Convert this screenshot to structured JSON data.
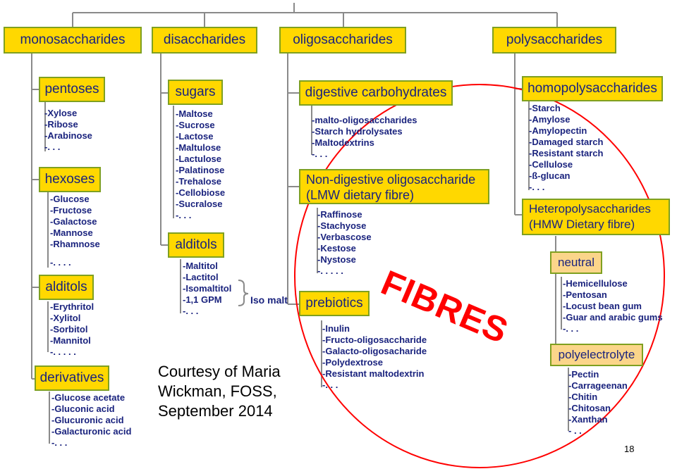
{
  "categories": [
    "monosaccharides",
    "disaccharides",
    "oligosaccharides",
    "polysaccharides"
  ],
  "mono": {
    "pentoses": {
      "title": "pentoses",
      "items": [
        "-Xylose",
        "-Ribose",
        "-Arabinose",
        "-. . ."
      ]
    },
    "hexoses": {
      "title": "hexoses",
      "items": [
        "-Glucose",
        "-Fructose",
        "-Galactose",
        "-Mannose",
        "-Rhamnose",
        "",
        "-. . . ."
      ]
    },
    "alditols": {
      "title": "alditols",
      "items": [
        "-Erythritol",
        "-Xylitol",
        "-Sorbitol",
        "-Mannitol",
        "-. . . . ."
      ]
    },
    "derivatives": {
      "title": "derivatives",
      "items": [
        "-Glucose acetate",
        "-Gluconic acid",
        "-Glucuronic acid",
        "-Galacturonic acid",
        "-. . ."
      ]
    }
  },
  "di": {
    "sugars": {
      "title": "sugars",
      "items": [
        "-Maltose",
        "-Sucrose",
        "-Lactose",
        "-Maltulose",
        "-Lactulose",
        "-Palatinose",
        "-Trehalose",
        "-Cellobiose",
        "-Sucralose",
        "-. . ."
      ]
    },
    "alditols": {
      "title": "alditols",
      "items": [
        "-Maltitol",
        "-Lactitol",
        "-Isomaltitol",
        "-1,1 GPM",
        "-. . ."
      ]
    },
    "iso_malt": "Iso malt"
  },
  "oligo": {
    "digestive": {
      "title": "digestive carbohydrates",
      "items": [
        "-malto-oligosaccharides",
        "-Starch hydrolysates",
        "-Maltodextrins",
        "-. . ."
      ]
    },
    "nondigestive": {
      "title_line1": "Non-digestive oligosaccharide",
      "title_line2": "(LMW dietary fibre)",
      "items": [
        "-Raffinose",
        "-Stachyose",
        "-Verbascose",
        "-Kestose",
        "-Nystose",
        "-. . . . ."
      ]
    },
    "prebiotics": {
      "title": "prebiotics",
      "items": [
        "-Inulin",
        "-Fructo-oligosaccharide",
        "-Galacto-oligosacharide",
        "-Polydextrose",
        "-Resistant maltodextrin",
        "-. . ."
      ]
    }
  },
  "poly": {
    "homo": {
      "title": "homopolysaccharides",
      "items": [
        "-Starch",
        "-Amylose",
        "-Amylopectin",
        "-Damaged starch",
        "-Resistant starch",
        "-Cellulose",
        "-ß-glucan",
        "-. . ."
      ]
    },
    "hetero": {
      "title_line1": "Heteropolysaccharides",
      "title_line2": "(HMW Dietary fibre)"
    },
    "neutral": {
      "title": "neutral",
      "items": [
        "-Hemicellulose",
        "-Pentosan",
        "-Locust bean gum",
        "-Guar and arabic gums",
        "-. . ."
      ]
    },
    "polyelectrolyte": {
      "title": "polyelectrolyte",
      "items": [
        "-Pectin",
        "-Carrageenan",
        "-Chitin",
        "-Chitosan",
        "-Xanthan",
        "- . ."
      ]
    }
  },
  "courtesy": [
    "Courtesy of Maria",
    "Wickman, FOSS,",
    "September 2014"
  ],
  "fibres_label": "FIBRES",
  "page_number": "18",
  "colors": {
    "box_fill": "#ffd800",
    "box_border": "#7fa020",
    "light_fill": "#fbd58a",
    "text": "#1a237e",
    "connector": "#8a8a8a",
    "fibres": "#ff0000"
  }
}
